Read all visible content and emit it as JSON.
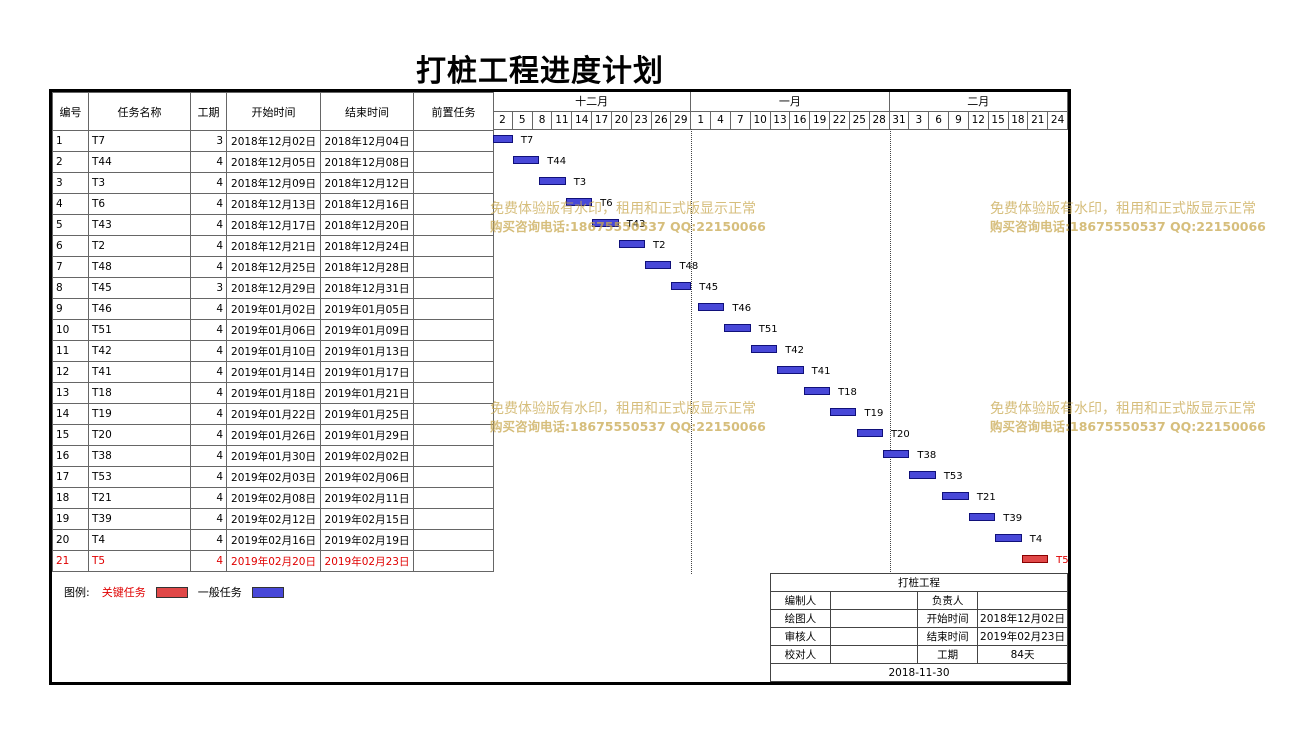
{
  "title": "打桩工程进度计划",
  "columns": [
    "编号",
    "任务名称",
    "工期",
    "开始时间",
    "结束时间",
    "前置任务"
  ],
  "months": [
    "十二月",
    "一月",
    "二月"
  ],
  "days": [
    "2",
    "5",
    "8",
    "11",
    "14",
    "17",
    "20",
    "23",
    "26",
    "29",
    "1",
    "4",
    "7",
    "10",
    "13",
    "16",
    "19",
    "22",
    "25",
    "28",
    "31",
    "3",
    "6",
    "9",
    "12",
    "15",
    "18",
    "21",
    "24"
  ],
  "tasks": [
    {
      "id": "1",
      "name": "T7",
      "dur": "3",
      "start": "2018年12月02日",
      "end": "2018年12月04日",
      "critical": false
    },
    {
      "id": "2",
      "name": "T44",
      "dur": "4",
      "start": "2018年12月05日",
      "end": "2018年12月08日",
      "critical": false
    },
    {
      "id": "3",
      "name": "T3",
      "dur": "4",
      "start": "2018年12月09日",
      "end": "2018年12月12日",
      "critical": false
    },
    {
      "id": "4",
      "name": "T6",
      "dur": "4",
      "start": "2018年12月13日",
      "end": "2018年12月16日",
      "critical": false
    },
    {
      "id": "5",
      "name": "T43",
      "dur": "4",
      "start": "2018年12月17日",
      "end": "2018年12月20日",
      "critical": false
    },
    {
      "id": "6",
      "name": "T2",
      "dur": "4",
      "start": "2018年12月21日",
      "end": "2018年12月24日",
      "critical": false
    },
    {
      "id": "7",
      "name": "T48",
      "dur": "4",
      "start": "2018年12月25日",
      "end": "2018年12月28日",
      "critical": false
    },
    {
      "id": "8",
      "name": "T45",
      "dur": "3",
      "start": "2018年12月29日",
      "end": "2018年12月31日",
      "critical": false
    },
    {
      "id": "9",
      "name": "T46",
      "dur": "4",
      "start": "2019年01月02日",
      "end": "2019年01月05日",
      "critical": false
    },
    {
      "id": "10",
      "name": "T51",
      "dur": "4",
      "start": "2019年01月06日",
      "end": "2019年01月09日",
      "critical": false
    },
    {
      "id": "11",
      "name": "T42",
      "dur": "4",
      "start": "2019年01月10日",
      "end": "2019年01月13日",
      "critical": false
    },
    {
      "id": "12",
      "name": "T41",
      "dur": "4",
      "start": "2019年01月14日",
      "end": "2019年01月17日",
      "critical": false
    },
    {
      "id": "13",
      "name": "T18",
      "dur": "4",
      "start": "2019年01月18日",
      "end": "2019年01月21日",
      "critical": false
    },
    {
      "id": "14",
      "name": "T19",
      "dur": "4",
      "start": "2019年01月22日",
      "end": "2019年01月25日",
      "critical": false
    },
    {
      "id": "15",
      "name": "T20",
      "dur": "4",
      "start": "2019年01月26日",
      "end": "2019年01月29日",
      "critical": false
    },
    {
      "id": "16",
      "name": "T38",
      "dur": "4",
      "start": "2019年01月30日",
      "end": "2019年02月02日",
      "critical": false
    },
    {
      "id": "17",
      "name": "T53",
      "dur": "4",
      "start": "2019年02月03日",
      "end": "2019年02月06日",
      "critical": false
    },
    {
      "id": "18",
      "name": "T21",
      "dur": "4",
      "start": "2019年02月08日",
      "end": "2019年02月11日",
      "critical": false
    },
    {
      "id": "19",
      "name": "T39",
      "dur": "4",
      "start": "2019年02月12日",
      "end": "2019年02月15日",
      "critical": false
    },
    {
      "id": "20",
      "name": "T4",
      "dur": "4",
      "start": "2019年02月16日",
      "end": "2019年02月19日",
      "critical": false
    },
    {
      "id": "21",
      "name": "T5",
      "dur": "4",
      "start": "2019年02月20日",
      "end": "2019年02月23日",
      "critical": true
    }
  ],
  "legend": {
    "label": "图例:",
    "critical": "关键任务",
    "normal": "一般任务"
  },
  "info": {
    "project": "打桩工程",
    "editor": "编制人",
    "drawer": "绘图人",
    "reviewer": "审核人",
    "checker": "校对人",
    "owner": "负责人",
    "start_label": "开始时间",
    "start": "2018年12月02日",
    "end_label": "结束时间",
    "end": "2019年02月23日",
    "duration_label": "工期",
    "duration": "84天",
    "date": "2018-11-30"
  },
  "watermark": {
    "line1": "免费体验版有水印，租用和正式版显示正常",
    "line2": "购买咨询电话:18675550537 QQ:22150066"
  },
  "colors": {
    "critical": "#e04848",
    "normal": "#4848d8",
    "watermark": "#c8a850"
  }
}
